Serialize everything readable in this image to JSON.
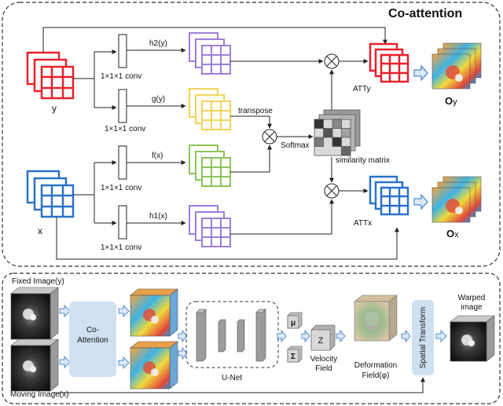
{
  "top": {
    "title": "Co-attention",
    "input_y": "y",
    "input_x": "x",
    "conv_label": "1×1×1 conv",
    "feat_h2": "h2(y)",
    "feat_g": "g(y)",
    "feat_f": "f(x)",
    "feat_h1": "h1(x)",
    "transpose": "transpose",
    "softmax": "Softmax",
    "similarity": "similarity matrix",
    "att_y": "ATTy",
    "att_x": "ATTx",
    "out_y_main": "O",
    "out_y_sub": "y",
    "out_x_main": "O",
    "out_x_sub": "x"
  },
  "bottom": {
    "fixed_image": "Fixed Image(y)",
    "moving_image": "Moving Image(x)",
    "coattention_line1": "Co-",
    "coattention_line2": "Attention",
    "unet": "U-Net",
    "mu": "μ",
    "sigma": "Σ",
    "z": "Z",
    "velocity_line1": "Velocity",
    "velocity_line2": "Field",
    "deform_line1": "Deformation",
    "deform_line2": "Field(φ)",
    "spatial_transform": "Spatial Transform",
    "warped_line1": "Warped",
    "warped_line2": "image"
  },
  "colors": {
    "y_grid": "#e8202a",
    "x_grid": "#2b73c8",
    "purple": "#9c7fdb",
    "yellow": "#f2d35a",
    "green": "#8cc45a",
    "coattention_box": "#cfe0f1",
    "arrow_fill": "#dbe9f6"
  }
}
